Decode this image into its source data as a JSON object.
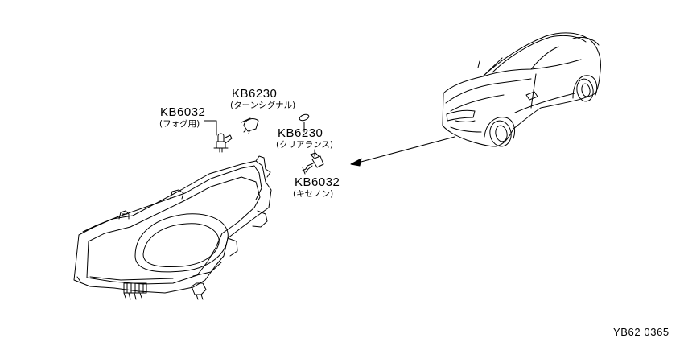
{
  "parts": {
    "fog": {
      "code": "KB6032",
      "desc": "(フォグ用)"
    },
    "turn_signal": {
      "code": "KB6230",
      "desc": "(ターンシグナル)"
    },
    "clearance": {
      "code": "KB6230",
      "desc": "(クリアランス)"
    },
    "xenon": {
      "code": "KB6032",
      "desc": "(キセノン)"
    }
  },
  "reference_id": "YB62 0365",
  "colors": {
    "line": "#000000",
    "background": "#ffffff"
  }
}
